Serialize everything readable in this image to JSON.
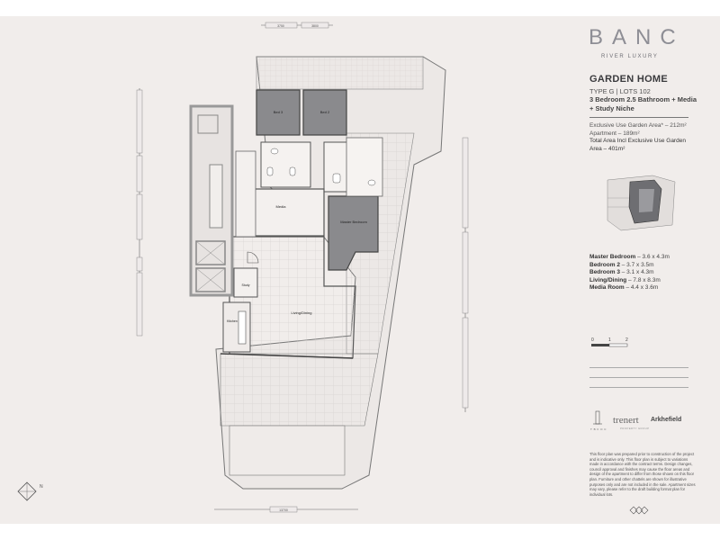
{
  "brand": {
    "name": "BANC",
    "subtitle": "RIVER LUXURY"
  },
  "plan_type": {
    "title": "GARDEN HOME",
    "type_line": "TYPE G | LOTS 102",
    "description": "3 Bedroom 2.5 Bathroom + Media + Study Niche"
  },
  "areas": {
    "garden": "Exclusive Use Garden Area* – 212m²",
    "apartment": "Apartment – 189m²",
    "total": "Total Area Incl Exclusive Use Garden Area – 401m²"
  },
  "rooms_list": [
    {
      "name": "Master Bedroom",
      "size": " – 3.6 x 4.3m"
    },
    {
      "name": "Bedroom 2",
      "size": " – 3.7 x 3.5m"
    },
    {
      "name": "Bedroom 3",
      "size": " – 3.1 x 4.3m"
    },
    {
      "name": "Living/Dining",
      "size": " – 7.8 x 8.3m"
    },
    {
      "name": "Media Room",
      "size": " – 4.4 x 3.6m"
    }
  ],
  "scale": {
    "labels": [
      "0",
      "1",
      "2"
    ]
  },
  "floorplan_labels": {
    "bed3": "Bed 3",
    "bed2": "Bed 2",
    "media": "Media",
    "master": "Master Bedroom",
    "study": "Study",
    "living": "Living/Dining",
    "kitchen": "Kitchen"
  },
  "dimensions": {
    "top_left": "3750",
    "top_right": "3800",
    "bottom": "13700"
  },
  "brands": {
    "trenert": "trenert",
    "trenert_sub": "PROPERTY GROUP",
    "arkhefield": "Arkhefield",
    "banc_mark": "T B F O C"
  },
  "disclaimer": "This floor plan was prepared prior to construction of the project and is indicative only. This floor plan is subject to variations made in accordance with the contract terms. Design changes, council approval and finishes may cause the floor areas and design of the apartment to differ from those shown on this floor plan. Furniture and other chattels are shown for illustrative purposes only and are not included in the sale. Apartment sizes may vary, please refer to the draft building format plan for individual lots.",
  "colors": {
    "sheet": "#f1edeb",
    "wall": "#555555",
    "bedroom_fill": "#8a8a8d",
    "grid": "#c9c5c3",
    "text": "#3a3a3d"
  }
}
